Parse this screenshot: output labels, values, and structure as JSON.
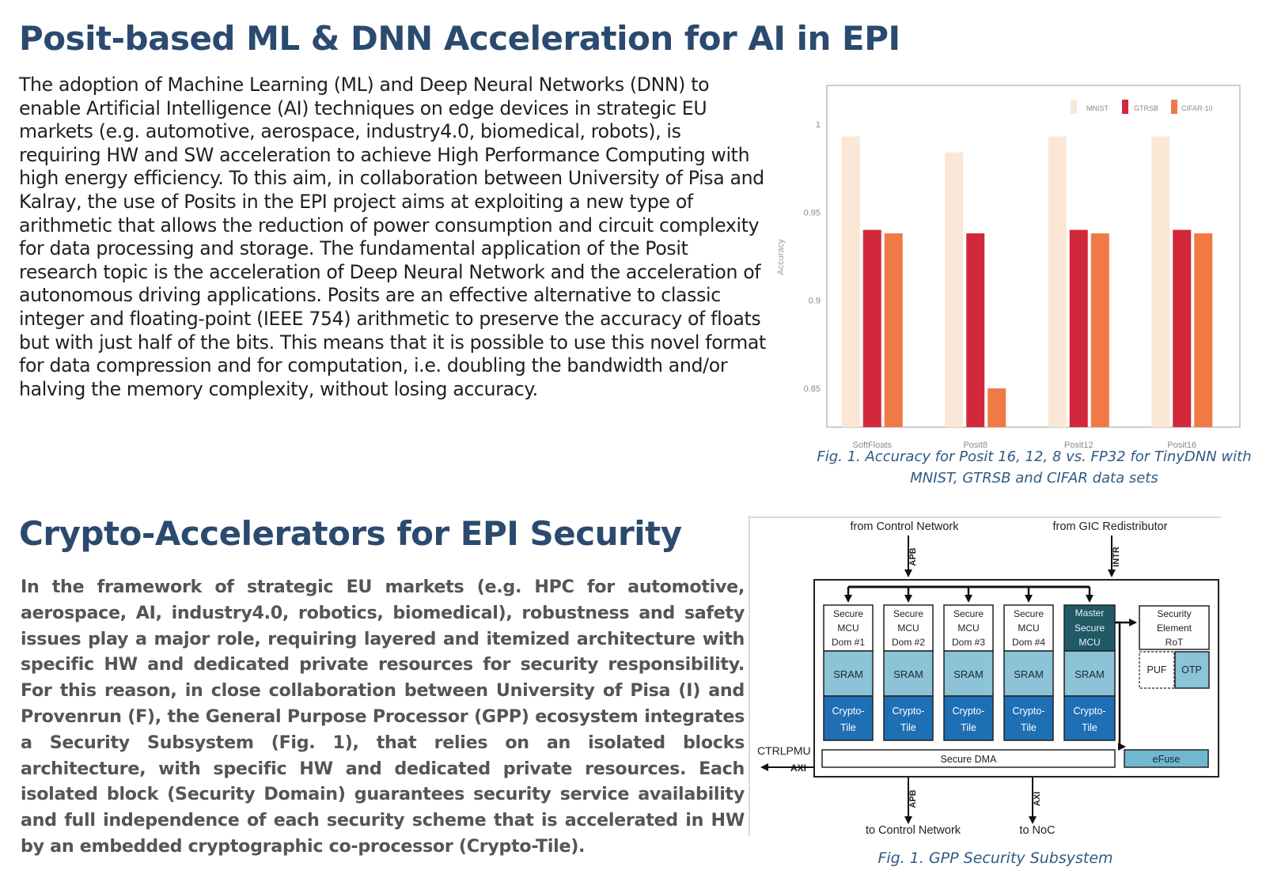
{
  "section1": {
    "title": "Posit-based ML & DNN Acceleration for AI in EPI",
    "paragraph": "The adoption of Machine Learning (ML) and Deep Neural Networks (DNN) to enable Artificial Intelligence (AI) techniques on edge devices in strategic EU markets (e.g. automotive, aerospace, industry4.0, biomedical, robots), is requiring HW and SW acceleration to achieve High Performance Computing with high energy efficiency. To this aim, in collaboration between University of Pisa and Kalray, the use of Posits in the EPI project aims at exploiting a new type of arithmetic that allows the reduction of power consumption and circuit complexity for data processing and storage. The fundamental application of the Posit research topic is the acceleration of Deep Neural Network and the acceleration of autonomous driving applications. Posits are an effective alternative to classic integer and floating-point (IEEE 754) arithmetic to preserve the accuracy of floats but with just half of the bits. This means that it is possible to use this novel format for data compression and for computation, i.e. doubling the bandwidth and/or halving the memory complexity, without losing accuracy.",
    "caption": "Fig. 1. Accuracy for Posit 16, 12, 8 vs. FP32 for TinyDNN with MNIST, GTRSB and CIFAR data sets"
  },
  "section2": {
    "title": "Crypto-Accelerators for EPI Security",
    "paragraph": "In the framework of strategic EU markets (e.g. HPC for automotive, aerospace, AI, industry4.0, robotics, biomedical), robustness and safety issues play a major role, requiring layered and itemized architecture with specific HW and dedicated private resources for security responsibility. For this reason, in close collaboration between University of Pisa (I) and Provenrun (F), the General Purpose Processor (GPP) ecosystem integrates a Security Subsystem (Fig. 1), that relies on an isolated blocks architecture, with specific HW and dedicated private resources. Each isolated block (Security Domain) guarantees security service availability and full independence of each security scheme that is accelerated in HW by an embedded cryptographic co-processor (Crypto-Tile).",
    "caption": "Fig. 1. GPP Security Subsystem"
  },
  "diagram": {
    "top_left_label": "from Control Network",
    "top_right_label": "from GIC Redistributor",
    "apb_label": "APB",
    "intr_label": "INTR",
    "domains": [
      {
        "l1": "Secure",
        "l2": "MCU",
        "l3": "Dom #1"
      },
      {
        "l1": "Secure",
        "l2": "MCU",
        "l3": "Dom #2"
      },
      {
        "l1": "Secure",
        "l2": "MCU",
        "l3": "Dom #3"
      },
      {
        "l1": "Secure",
        "l2": "MCU",
        "l3": "Dom #4"
      },
      {
        "l1": "Master",
        "l2": "Secure",
        "l3": "MCU"
      }
    ],
    "sram_label": "SRAM",
    "crypto_l1": "Crypto-",
    "crypto_l2": "Tile",
    "security_element": {
      "l1": "Security",
      "l2": "Element",
      "l3": "RoT"
    },
    "puf_label": "PUF",
    "otp_label": "OTP",
    "dma_label": "Secure DMA",
    "efuse_label": "eFuse",
    "ctrl_l1": "CTRLPMU",
    "ctrl_l2": "AXI",
    "bottom_apb": "APB",
    "bottom_axi": "AXI",
    "bottom_left_label": "to Control Network",
    "bottom_right_label": "to NoC",
    "colors": {
      "box_border": "#222222",
      "sram": "#8cc3d6",
      "crypto": "#1f6fb5",
      "master": "#1f5a66",
      "efuse": "#6fb8d0"
    }
  },
  "chart_data": {
    "type": "bar",
    "categories": [
      "SoftFloats",
      "Posit8",
      "Posit12",
      "Posit16"
    ],
    "series": [
      {
        "name": "MNIST",
        "values": [
          0.993,
          0.984,
          0.993,
          0.993
        ],
        "color": "#fbe7d6"
      },
      {
        "name": "GTRSB",
        "values": [
          0.94,
          0.938,
          0.94,
          0.94
        ],
        "color": "#d2283c"
      },
      {
        "name": "CIFAR-10",
        "values": [
          0.938,
          0.85,
          0.938,
          0.938
        ],
        "color": "#f07a45"
      }
    ],
    "ylabel": "Accuracy",
    "xlabel": "",
    "ylim": [
      0.828,
      1.022
    ],
    "yticks": [
      "0.85",
      "0.9",
      "0.95",
      "1"
    ],
    "ytick_values": [
      0.85,
      0.9,
      0.95,
      1.0
    ],
    "legend_position": "top-right",
    "grid": false
  }
}
